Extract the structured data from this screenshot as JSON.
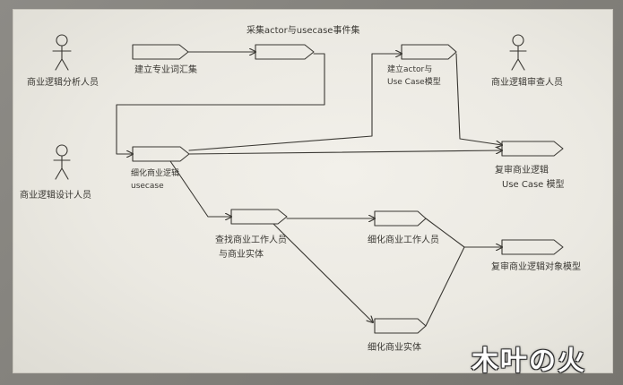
{
  "actors": {
    "business_analyst": "商业逻辑分析人员",
    "business_reviewer": "商业逻辑审查人员",
    "business_designer": "商业逻辑设计人员"
  },
  "activities": {
    "glossary": "建立专业词汇集",
    "collect": "采集actor与usecase事件集",
    "build_model": [
      "建立actor与",
      "Use Case模型"
    ],
    "refine_usecase": [
      "细化商业逻辑",
      "usecase"
    ],
    "review_usecase_model": [
      "复审商业逻辑",
      "Use Case 模型"
    ],
    "find_workers": [
      "查找商业工作人员",
      "与商业实体"
    ],
    "refine_workers": "细化商业工作人员",
    "refine_entities": "细化商业实体",
    "review_object_model": "复审商业逻辑对象模型"
  },
  "watermark": "木叶の火",
  "colors": {
    "ink": "#3a3833",
    "paper": "#efede7"
  }
}
